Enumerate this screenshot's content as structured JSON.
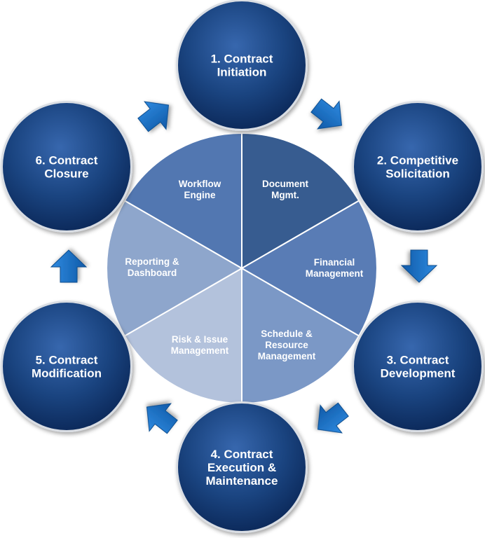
{
  "colors": {
    "node_fill_light": "#2f5a9e",
    "node_fill_dark": "#0b2a5c",
    "node_ring": "#d9dde3",
    "arrow": "#1f74c4",
    "arrow_dark": "#0f4d8f",
    "seg_border": "#ffffff"
  },
  "center": {
    "segments": [
      {
        "lines": [
          "Workflow",
          "Engine"
        ],
        "color": "#5277b1"
      },
      {
        "lines": [
          "Document",
          "Mgmt."
        ],
        "color": "#375c90"
      },
      {
        "lines": [
          "Financial",
          "Management"
        ],
        "color": "#597cb5"
      },
      {
        "lines": [
          "Schedule &",
          "Resource",
          "Management"
        ],
        "color": "#7b98c6"
      },
      {
        "lines": [
          "Risk & Issue",
          "Management"
        ],
        "color": "#b3c2dc"
      },
      {
        "lines": [
          "Reporting &",
          "Dashboard"
        ],
        "color": "#8ea6cc"
      }
    ]
  },
  "stages": [
    {
      "lines": [
        "1. Contract",
        "Initiation"
      ]
    },
    {
      "lines": [
        "2. Competitive",
        "Solicitation"
      ]
    },
    {
      "lines": [
        "3. Contract",
        "Development"
      ]
    },
    {
      "lines": [
        "4. Contract",
        "Execution &",
        "Maintenance"
      ]
    },
    {
      "lines": [
        "5. Contract",
        "Modification"
      ]
    },
    {
      "lines": [
        "6. Contract",
        "Closure"
      ]
    }
  ],
  "arrows": [
    {
      "icon": "arrow-right-down-icon"
    },
    {
      "icon": "arrow-down-icon"
    },
    {
      "icon": "arrow-down-left-icon"
    },
    {
      "icon": "arrow-left-up-icon"
    },
    {
      "icon": "arrow-up-icon"
    },
    {
      "icon": "arrow-up-right-icon"
    }
  ]
}
